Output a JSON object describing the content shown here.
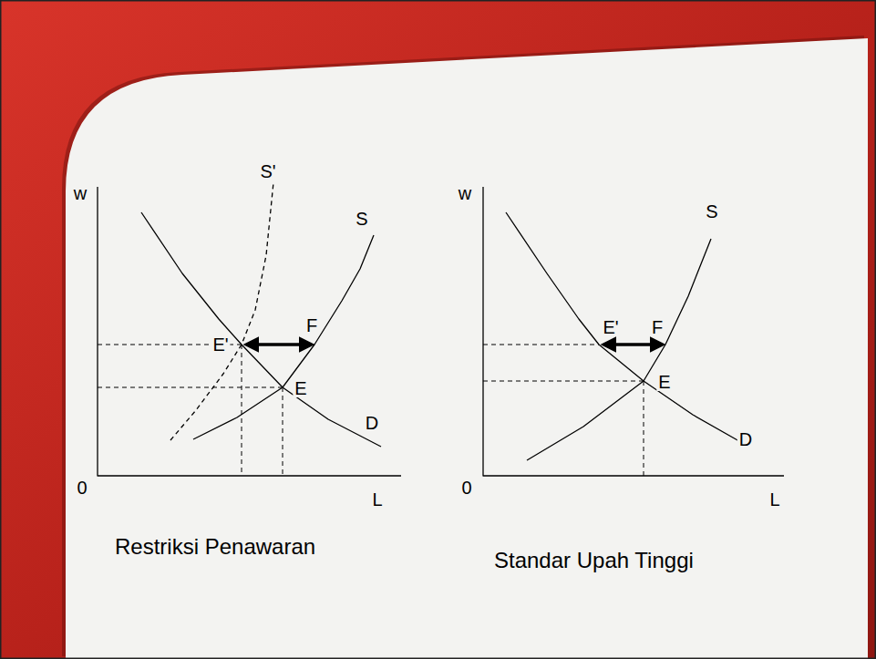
{
  "diagram": {
    "labels": [
      "w",
      "S'",
      "S",
      "E'",
      "F",
      "E",
      "D",
      "0",
      "L",
      "Restriksi Penawaran",
      "w",
      "S",
      "E'",
      "F",
      "E",
      "D",
      "0",
      "L",
      "Standar Upah Tinggi"
    ]
  }
}
